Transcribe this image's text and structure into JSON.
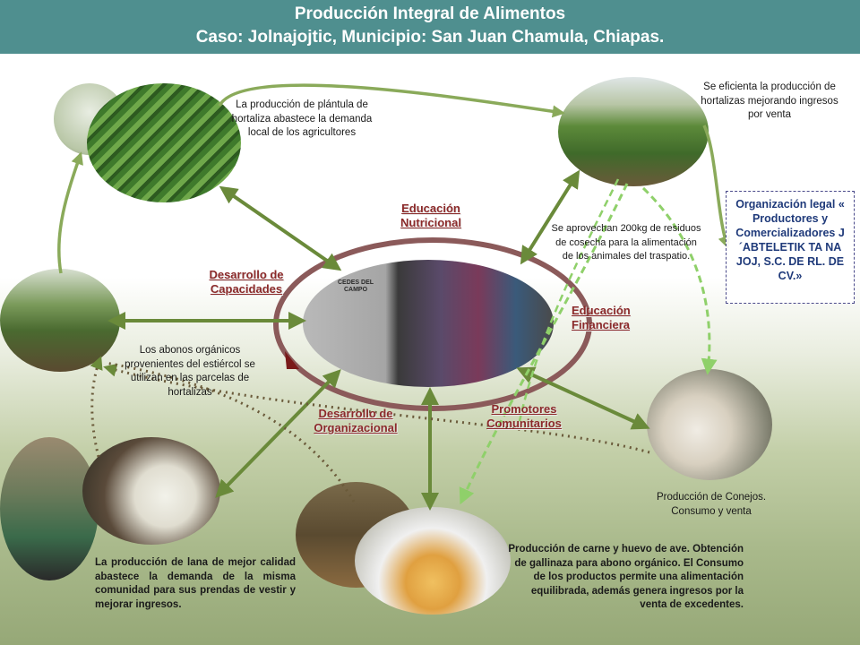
{
  "title": {
    "line1": "Producción Integral de Alimentos",
    "line2": "Caso: Jolnajojtic, Municipio: San Juan Chamula, Chiapas."
  },
  "descriptions": {
    "plantula": "La producción de plántula de hortaliza abastece la demanda local de los agricultores",
    "hortalizas": "Se eficienta la producción de hortalizas mejorando ingresos por venta",
    "residuos": "Se aprovechan 200kg de residuos de cosecha para la alimentación  de los animales del traspatio.",
    "abonos": "Los abonos orgánicos provenientes del estiércol se utilizan en las parcelas de hortalizas",
    "conejos": "Producción de Conejos. Consumo y venta",
    "lana": "La producción de lana de mejor calidad abastece la demanda de la misma comunidad para sus prendas de vestir y mejorar ingresos.",
    "ave": "Producción de carne y huevo de ave. Obtención de gallinaza para abono orgánico. El Consumo de los productos permite una alimentación equilibrada, además genera ingresos por la venta de excedentes."
  },
  "cycle_labels": {
    "educacion_nutricional": "Educación Nutricional",
    "desarrollo_capacidades": "Desarrollo de Capacidades",
    "educacion_financiera": "Educación Financiera",
    "promotores": "Promotores Comunitarios",
    "desarrollo_organizacional": "Desarrollo de Organizacional"
  },
  "organization": "Organización legal « Productores y Comercializadores J´ABTELETIK TA NA JOJ, S.C. DE RL. DE CV.»",
  "central_sign": "CEDES DEL CAMPO",
  "colors": {
    "header": "#4f8f8f",
    "arrow": "#7a9a4a",
    "cycle_ring": "#8b5a5a",
    "label": "#8b2a2a",
    "dashed": "#8fd06a",
    "dotted": "#6a5a3a"
  }
}
